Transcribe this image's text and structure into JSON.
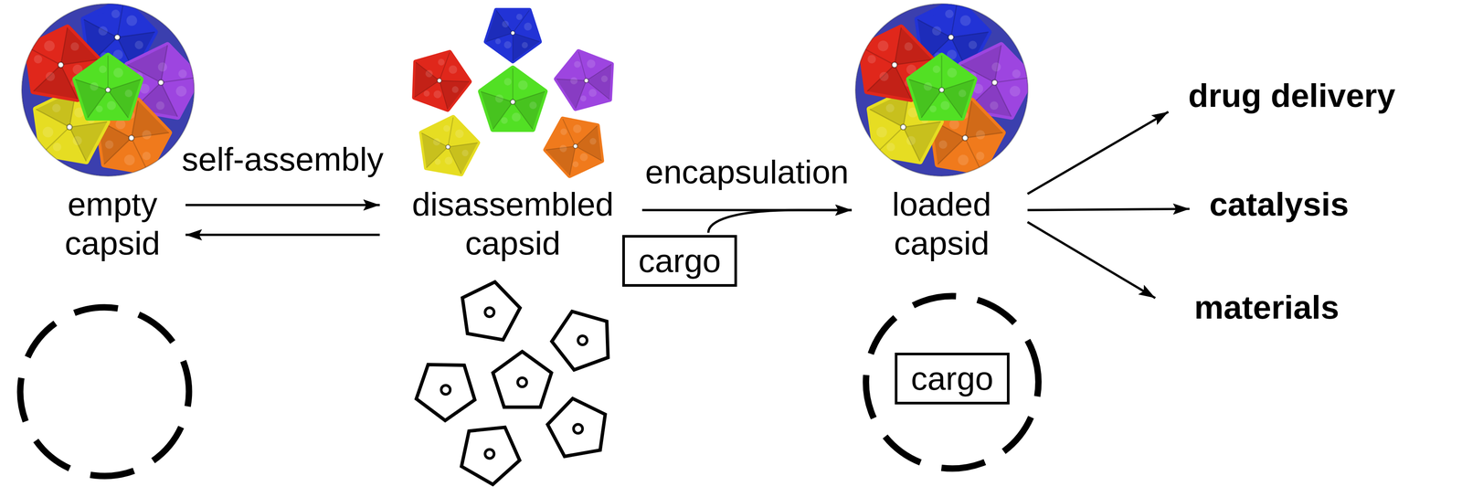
{
  "diagram": {
    "nodes": [
      {
        "text": [
          "empty capsid"
        ]
      },
      {
        "text": [
          "disassembled capsid"
        ]
      },
      {
        "text": [
          "cargo"
        ]
      },
      {
        "text": [
          "loaded capsid"
        ]
      },
      {
        "text": [
          "drug delivery"
        ]
      },
      {
        "text": [
          "catalysis"
        ]
      },
      {
        "text": [
          "materials"
        ]
      },
      {
        "text": [
          "cargo"
        ]
      }
    ],
    "edges": [
      {
        "from": 0,
        "to": 1,
        "arrow": "to",
        "label": "self-assembly"
      },
      {
        "from": 1,
        "to": 0,
        "arrow": "to"
      },
      {
        "from": 1,
        "to": 3,
        "arrow": "to",
        "label": "encapsulation"
      },
      {
        "from": 2,
        "to": 3,
        "arrow": "to"
      },
      {
        "from": 3,
        "to": 4,
        "arrow": "to"
      },
      {
        "from": 3,
        "to": 5,
        "arrow": "to"
      },
      {
        "from": 3,
        "to": 6,
        "arrow": "to"
      }
    ]
  }
}
